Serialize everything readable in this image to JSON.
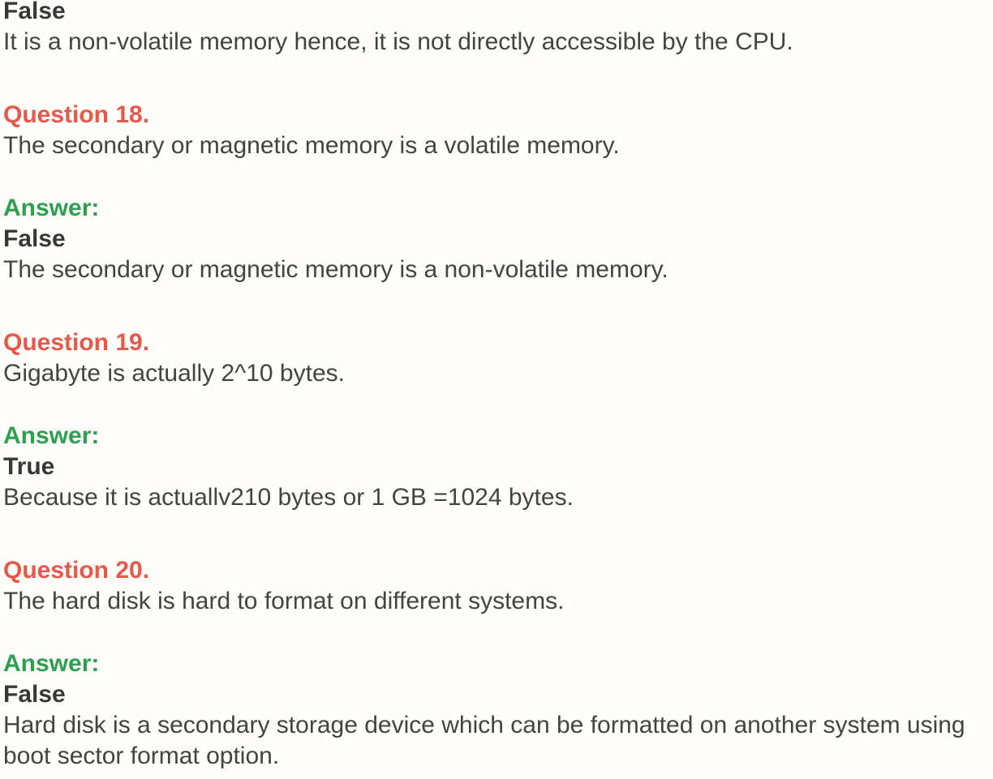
{
  "page": {
    "background_color": "#fffefb",
    "body_text_color": "#434343",
    "question_color": "#e8584a",
    "answer_color": "#2e9e4f"
  },
  "intro": {
    "verdict": "False",
    "explanation": "It is a non-volatile memory hence, it is not directly accessible by the CPU."
  },
  "qa_items": [
    {
      "question_label": "Question 18.",
      "question_text": "The secondary or magnetic memory is a volatile memory.",
      "answer_label": "Answer:",
      "verdict": "False",
      "explanation": "The secondary or magnetic memory is a non-volatile memory."
    },
    {
      "question_label": "Question 19.",
      "question_text": "Gigabyte is actually 2^10 bytes.",
      "answer_label": "Answer:",
      "verdict": "True",
      "explanation": "Because it is actuallv210 bytes or 1 GB =1024 bytes."
    },
    {
      "question_label": "Question 20.",
      "question_text": "The hard disk is hard to format on different systems.",
      "answer_label": "Answer:",
      "verdict": "False",
      "explanation": "Hard disk is a secondary storage device which can be formatted on another system using boot sector format option."
    }
  ]
}
